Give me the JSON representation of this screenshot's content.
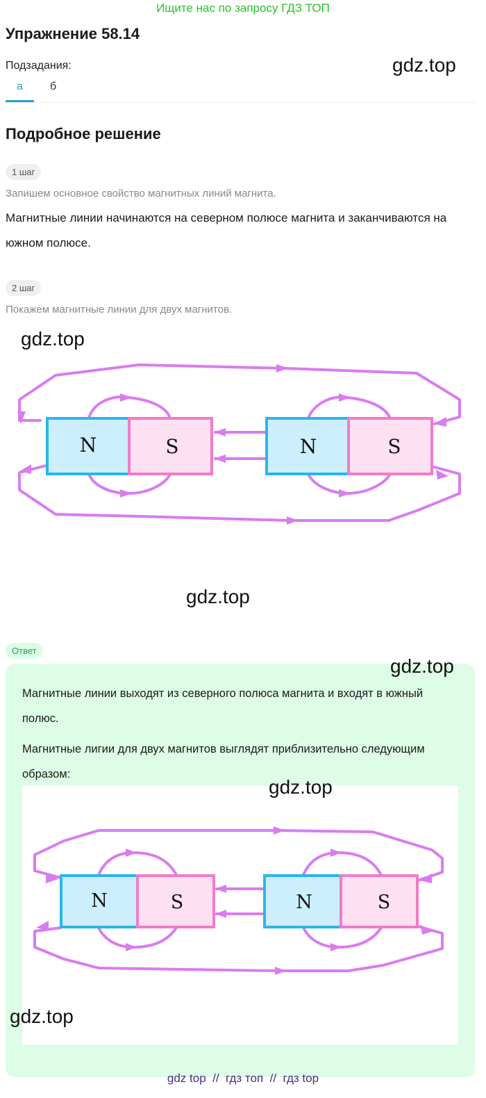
{
  "header": {
    "search_hint": "Ищите нас по запросу ГДЗ ТОП"
  },
  "exercise": {
    "title": "Упражнение 58.14"
  },
  "subtasks": {
    "label": "Подзадания:",
    "tabs": [
      "а",
      "б"
    ],
    "active": "а"
  },
  "watermark": "gdz.top",
  "solution": {
    "heading": "Подробное решение",
    "steps": [
      {
        "badge": "1 шаг",
        "note": "Запишем основное свойство магнитных линий магнита.",
        "text": "Магнитные линии начинаются на северном полюсе магнита и заканчиваются на южном полюсе."
      },
      {
        "badge": "2 шаг",
        "note": "Покажем магнитные линии для двух магнитов."
      }
    ]
  },
  "figure": {
    "magnets": [
      {
        "north": "N",
        "south": "S"
      },
      {
        "north": "N",
        "south": "S"
      }
    ],
    "colors": {
      "north_fill": "#cdeefc",
      "north_stroke": "#2ab6ec",
      "south_fill": "#fde0f1",
      "south_stroke": "#f17bc8",
      "field_line": "#d97cf0"
    }
  },
  "answer": {
    "badge": "Ответ",
    "paragraph1": "Магнитные линии выходят из северного полюса магнита и входят в южный полюс.",
    "paragraph2": "Магнитные лигии для двух магнитов выглядят приблизительно следующим образом:"
  },
  "footer": {
    "links": [
      "gdz top",
      "гдз топ",
      "гдз top"
    ],
    "separator": "//"
  }
}
